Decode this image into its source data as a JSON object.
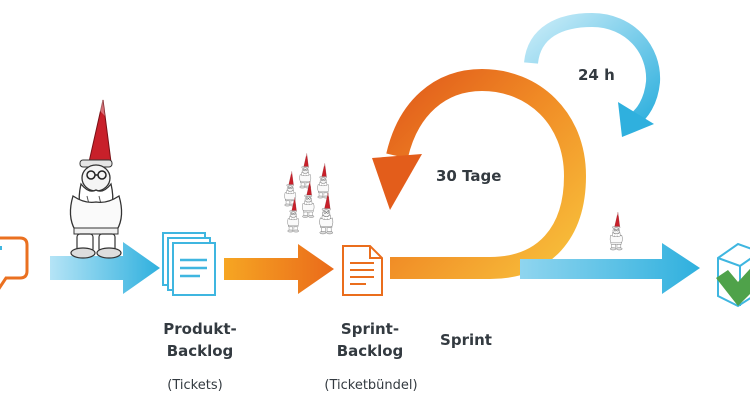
{
  "diagram": {
    "title": "",
    "loop_labels": {
      "daily": "24 h",
      "sprint_cycle": "30 Tage"
    },
    "stages": [
      {
        "id": "produkt",
        "line1": "Produkt-",
        "line2": "Backlog",
        "note": "(Tickets)"
      },
      {
        "id": "sprint-backlog",
        "line1": "Sprint-",
        "line2": "Backlog",
        "note": "(Ticketbündel)"
      },
      {
        "id": "sprint",
        "line1": "Sprint"
      }
    ],
    "icons": [
      "chat-bubble-icon",
      "document-stack-icon",
      "document-icon",
      "gnome-icon",
      "gnome-group-icon",
      "product-box-icon",
      "check-icon"
    ],
    "colors": {
      "blue": "#3fb6e0",
      "blue_light": "#a6def3",
      "orange": "#ea6d1c",
      "orange_light": "#f7b733",
      "green": "#4fa24a",
      "gnome_red": "#c8202a",
      "text": "#333a40"
    }
  }
}
